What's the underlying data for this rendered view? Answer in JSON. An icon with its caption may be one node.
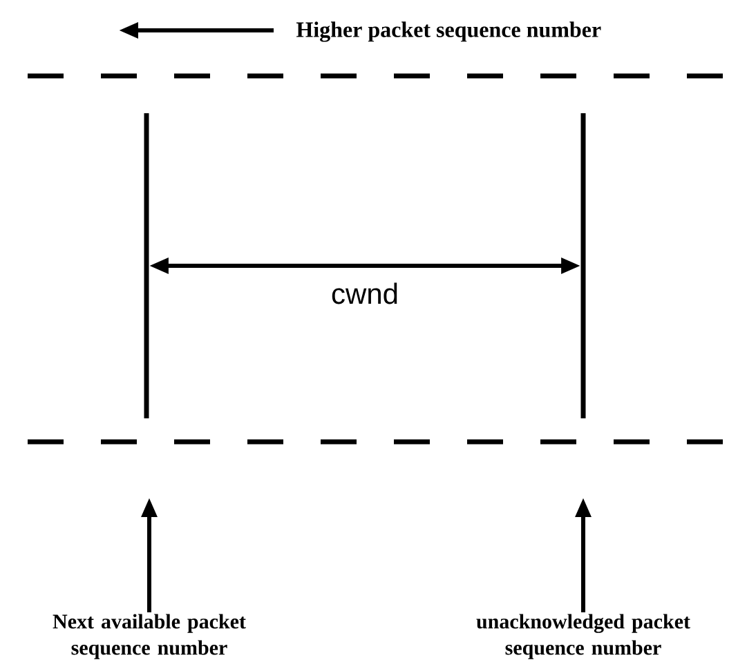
{
  "diagram": {
    "nodes": [
      {
        "text": [],
        "shape": "bar"
      },
      {
        "text": [],
        "shape": "bar"
      },
      {
        "text": [
          "Next available packet sequence number"
        ]
      },
      {
        "text": [
          "unacknowledged packet sequence number"
        ]
      }
    ],
    "edges": [
      {
        "from": 0,
        "to": 1,
        "arrow": "both",
        "label": "cwnd"
      },
      {
        "from": 2,
        "to": null,
        "arrow": "to"
      },
      {
        "from": 3,
        "to": null,
        "arrow": "to"
      }
    ],
    "labels": [
      "Higher packet sequence number"
    ]
  }
}
